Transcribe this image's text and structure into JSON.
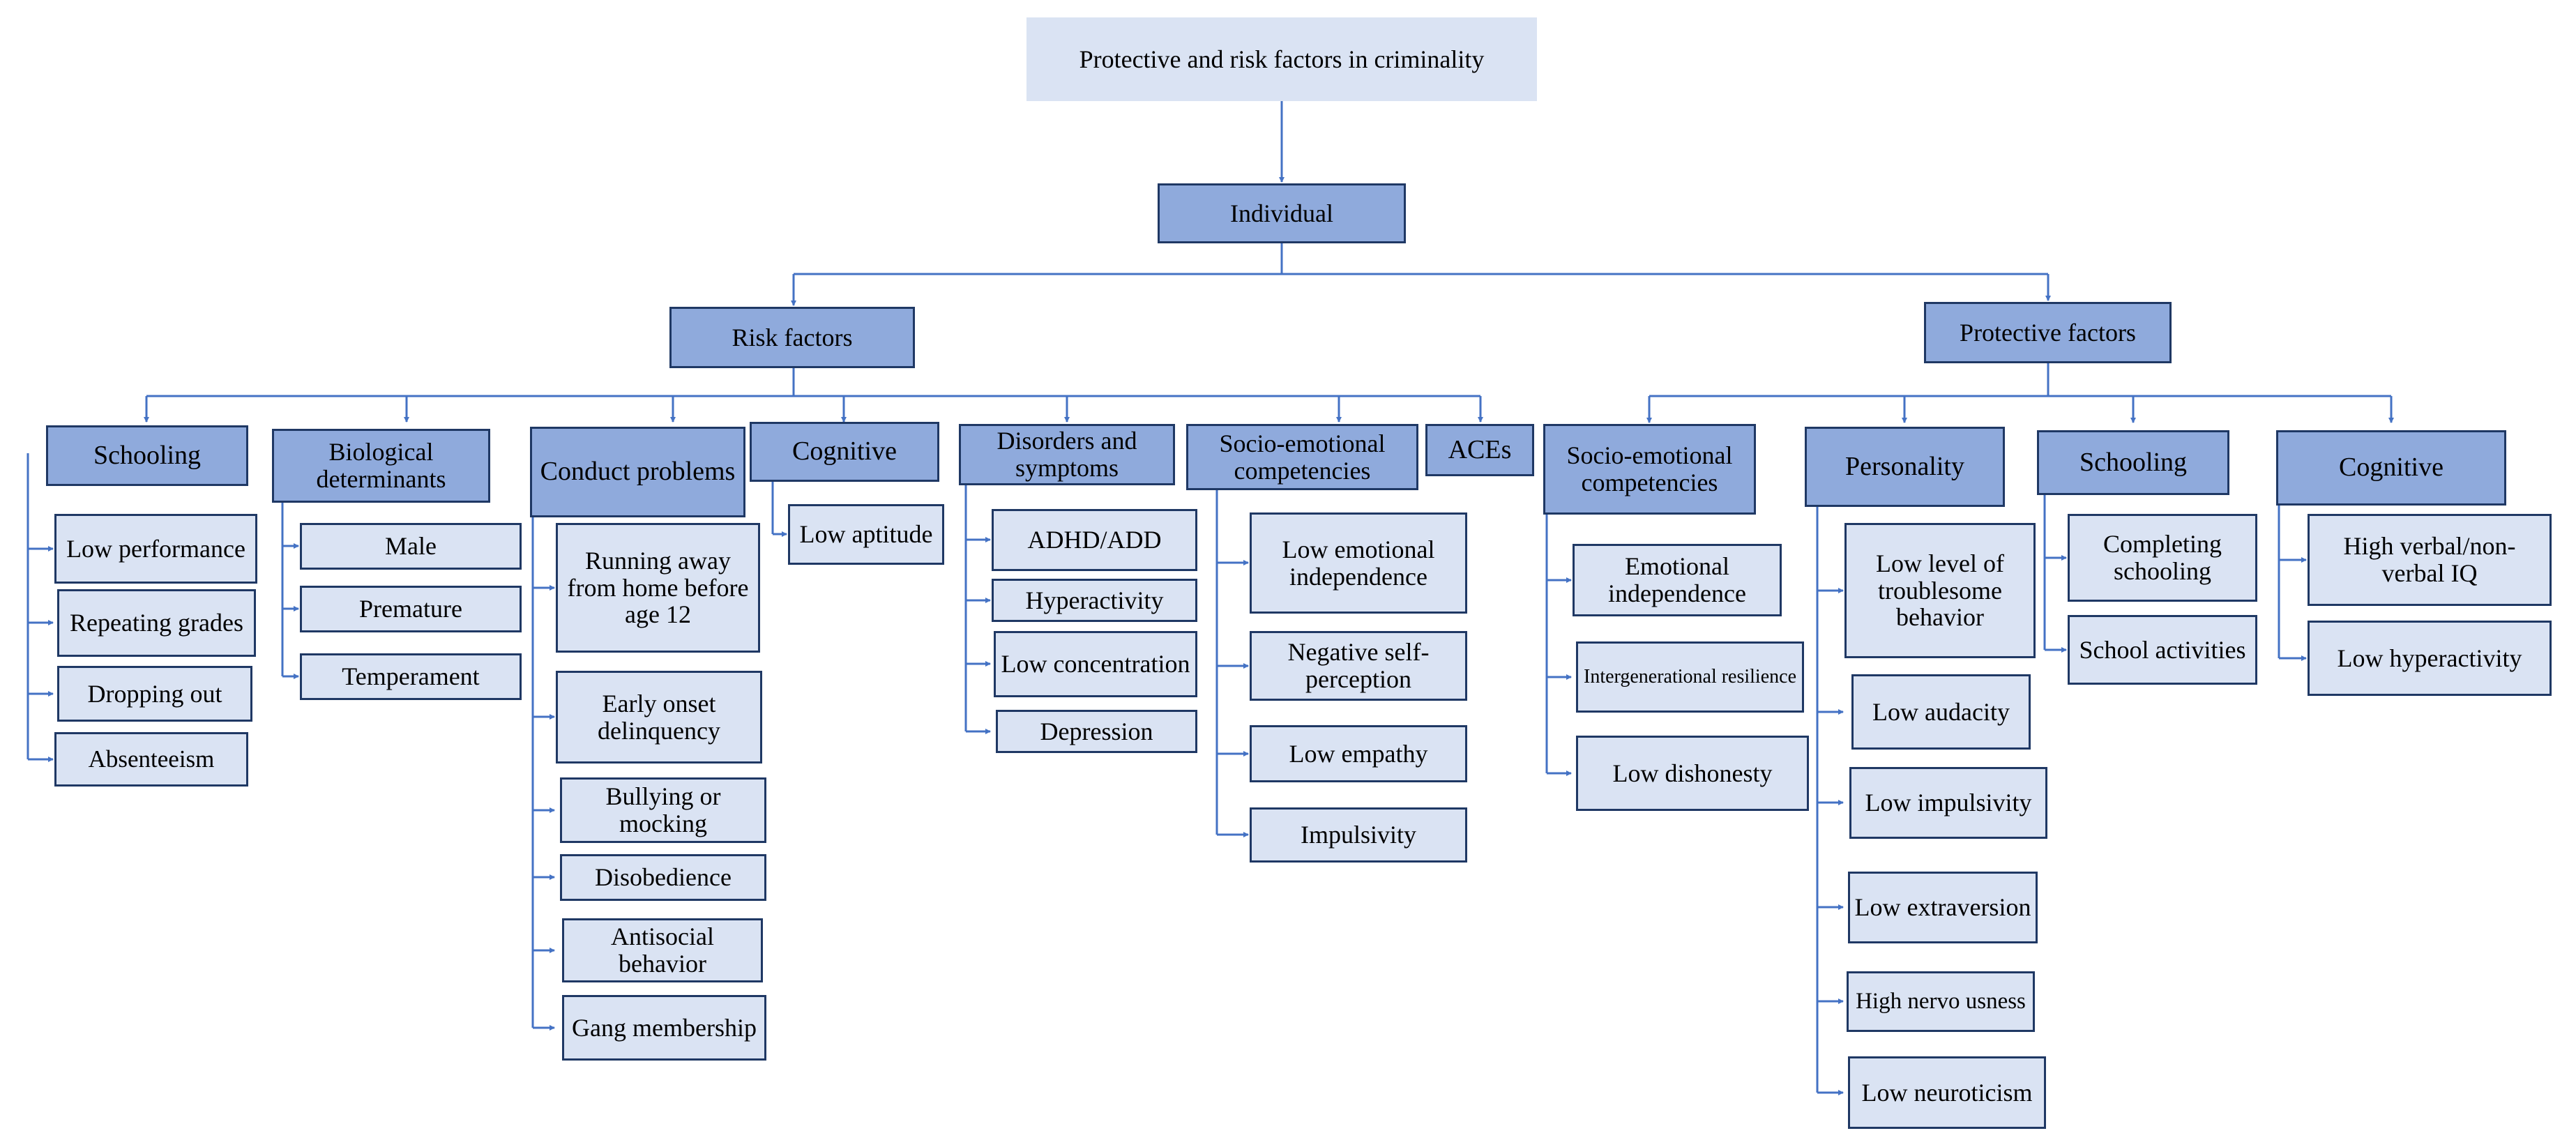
{
  "diagram": {
    "root": "Protective and risk factors in criminality",
    "individual": "Individual",
    "risk": {
      "label": "Risk factors",
      "categories": [
        {
          "name": "Schooling",
          "items": [
            "Low performance",
            "Repeating grades",
            "Dropping out",
            "Absenteeism"
          ]
        },
        {
          "name": "Biological determinants",
          "items": [
            "Male",
            "Premature",
            "Temperament"
          ]
        },
        {
          "name": "Conduct problems",
          "items": [
            "Running away from home before age 12",
            "Early onset delinquency",
            "Bullying or mocking",
            "Disobedience",
            "Antisocial behavior",
            "Gang membership"
          ]
        },
        {
          "name": "Cognitive",
          "items": [
            "Low aptitude"
          ]
        },
        {
          "name": "Disorders and symptoms",
          "items": [
            "ADHD/ADD",
            "Hyperactivity",
            "Low concentration",
            "Depression"
          ]
        },
        {
          "name": "Socio-emotional competencies",
          "items": [
            "Low emotional independence",
            "Negative self-perception",
            "Low empathy",
            "Impulsivity"
          ]
        },
        {
          "name": "ACEs",
          "items": []
        }
      ]
    },
    "protective": {
      "label": "Protective factors",
      "categories": [
        {
          "name": "Socio-emotional competencies",
          "items": [
            "Emotional independence",
            "Intergenerational resilience",
            "Low dishonesty"
          ]
        },
        {
          "name": "Personality",
          "items": [
            "Low level of troublesome behavior",
            "Low audacity",
            "Low impulsivity",
            "Low extraversion",
            "High nervo usness",
            "Low neuroticism"
          ]
        },
        {
          "name": "Schooling",
          "items": [
            "Completing schooling",
            "School activities"
          ]
        },
        {
          "name": "Cognitive",
          "items": [
            "High verbal/non-verbal IQ",
            "Low hyperactivity"
          ]
        }
      ]
    },
    "colors": {
      "root_fill": "#dae3f3",
      "branch_fill": "#8faadc",
      "leaf_fill": "#dae3f3",
      "border": "#1f3864",
      "connector": "#4472c4"
    }
  }
}
